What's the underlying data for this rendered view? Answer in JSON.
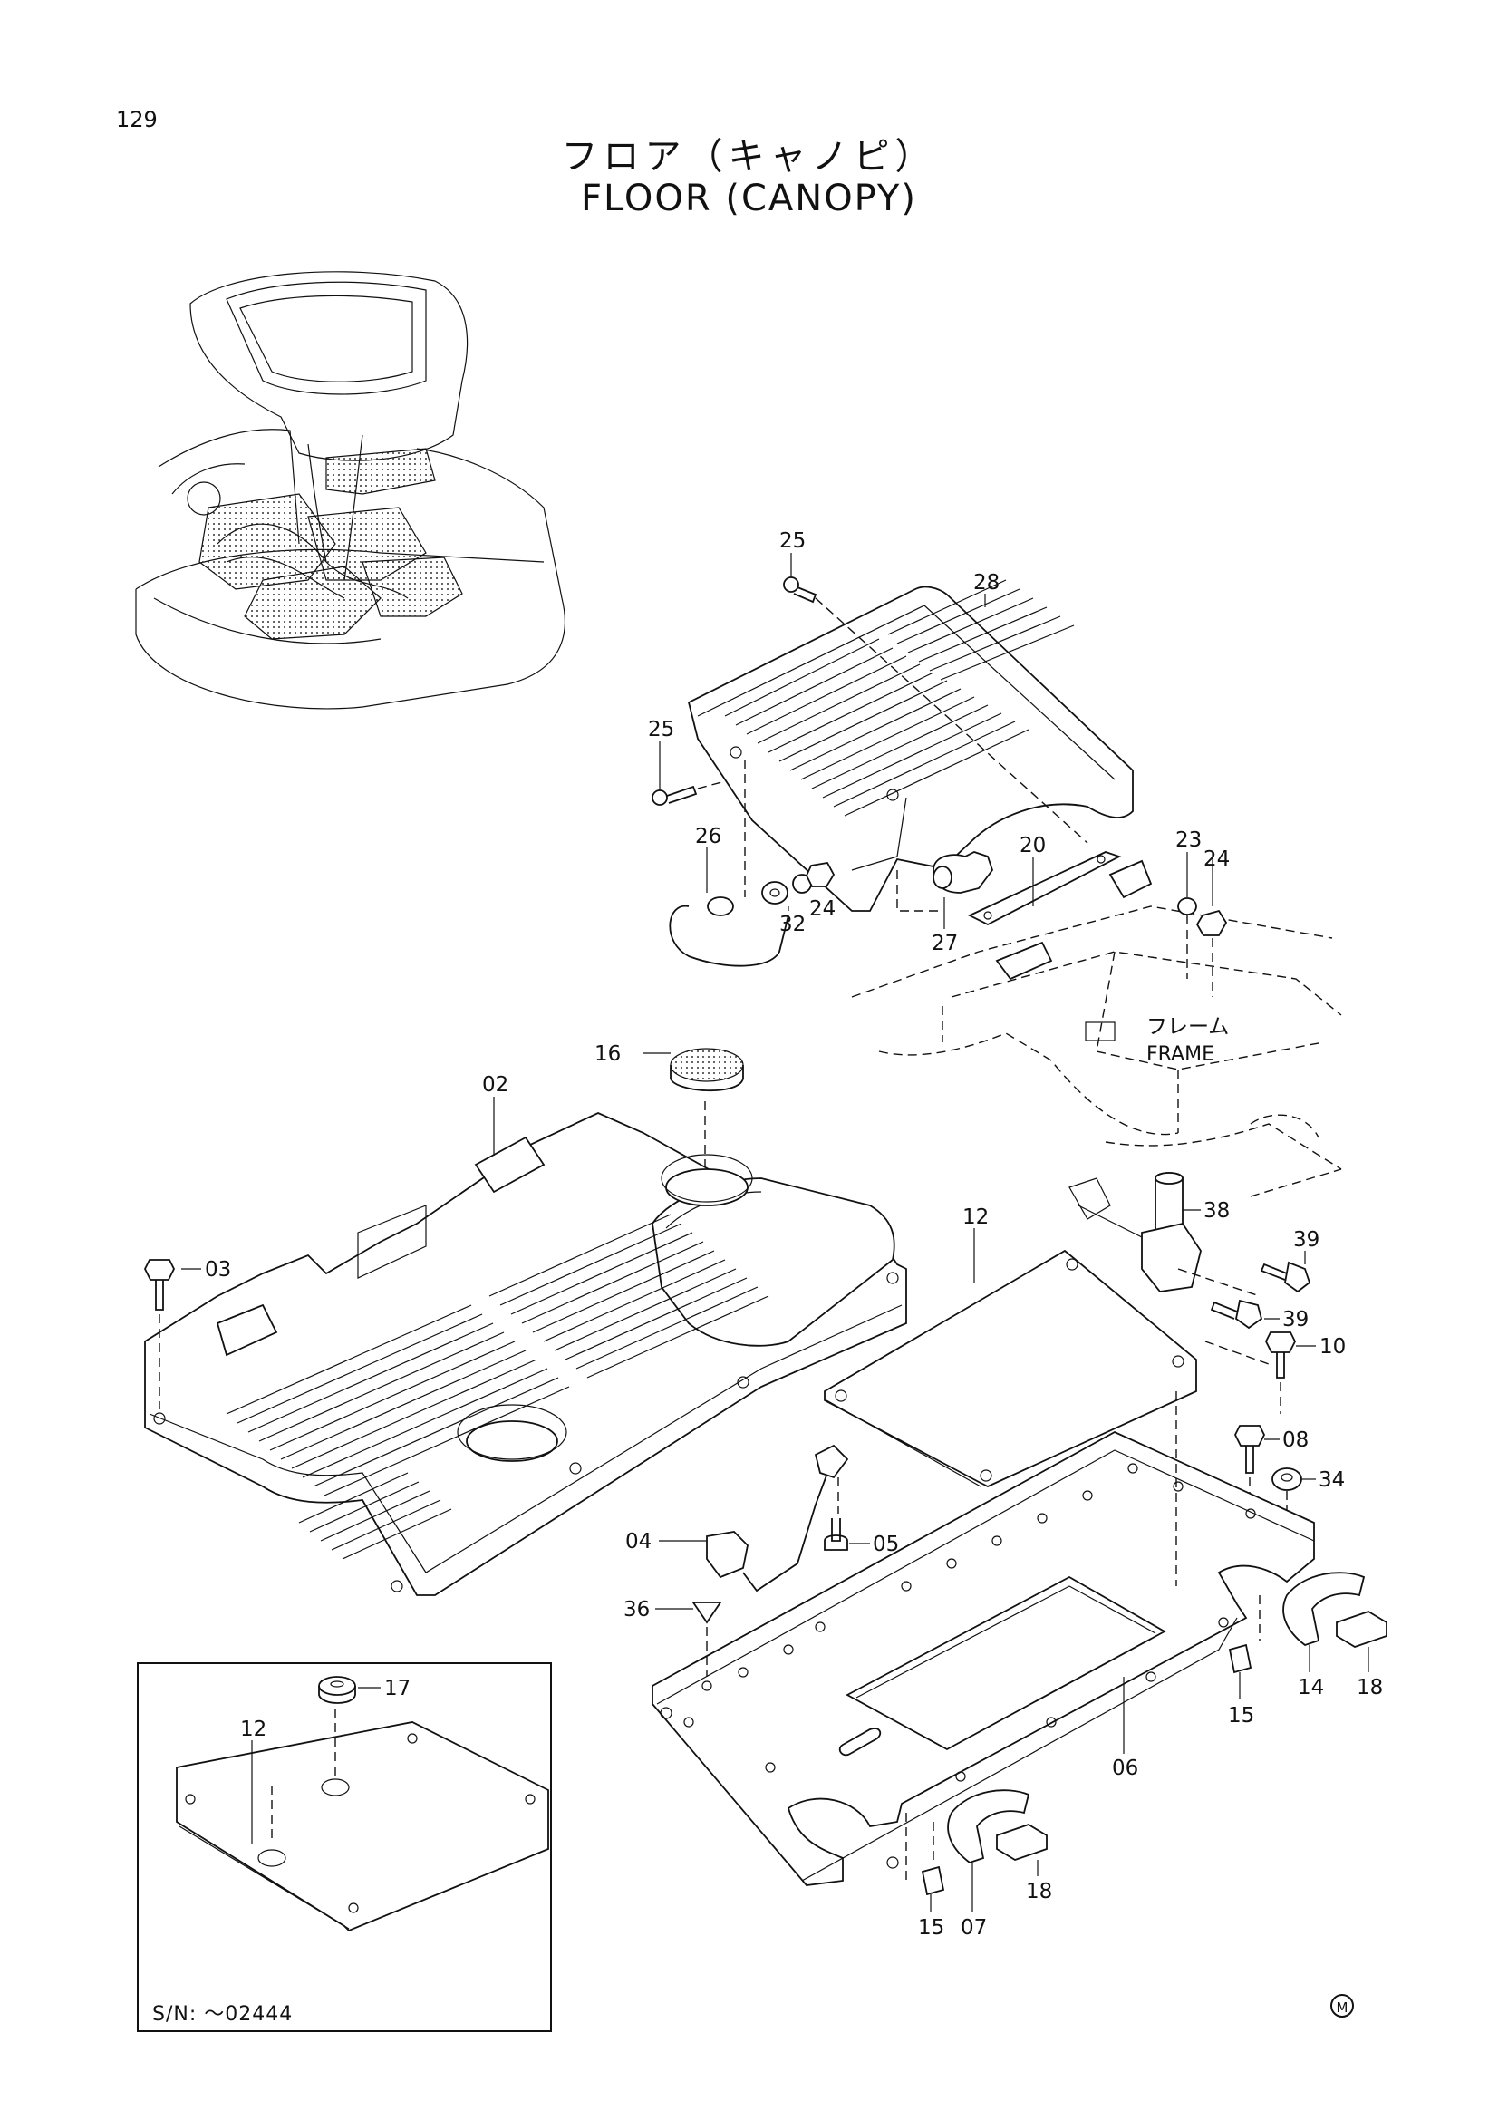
{
  "page_number": "129",
  "title_jp": "フロア（キャノピ）",
  "title_en": "FLOOR (CANOPY)",
  "frame_label_jp": "フレーム",
  "frame_label_en": "FRAME",
  "serial_note": "S/N: ～02444",
  "mark": "M",
  "callouts": {
    "p25a": "25",
    "p28": "28",
    "p25b": "25",
    "p26": "26",
    "p32": "32",
    "p24a": "24",
    "p27": "27",
    "p20": "20",
    "p23": "23",
    "p24b": "24",
    "p16": "16",
    "p02": "02",
    "p03": "03",
    "p12": "12",
    "p38": "38",
    "p39a": "39",
    "p39b": "39",
    "p10": "10",
    "p08": "08",
    "p34": "34",
    "p04": "04",
    "p05": "05",
    "p36": "36",
    "p14": "14",
    "p18a": "18",
    "p15a": "15",
    "p06": "06",
    "p15b": "15",
    "p07": "07",
    "p18b": "18",
    "p17": "17",
    "p12b": "12"
  }
}
